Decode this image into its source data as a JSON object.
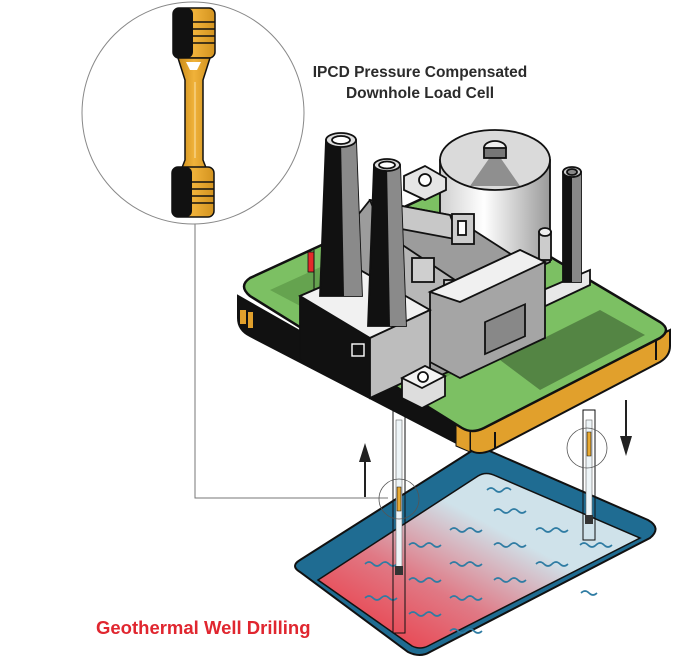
{
  "diagram": {
    "title_lines": [
      "IPCD Pressure Compensated",
      "Downhole Load Cell"
    ],
    "caption": "Geothermal Well Drilling",
    "components": {
      "load_cell_callout": "load-cell-magnified",
      "platform": "power-plant-platform",
      "reservoir": "geothermal-reservoir",
      "wells": [
        "injection-well",
        "production-well"
      ],
      "flow_arrows": [
        "up-arrow",
        "down-arrow"
      ]
    },
    "colors": {
      "title_text": "#2b2b2b",
      "caption_text": "#e0262f",
      "load_cell_gold": "#e2a22a",
      "platform_green_light": "#7cc063",
      "platform_green_dark": "#4e7a3e",
      "platform_edge_gold": "#e1a02c",
      "reservoir_rim": "#1f6c92",
      "reservoir_water": "#cfe2ea",
      "reservoir_hot": "#ee2b36",
      "wave": "#2f7ca3",
      "plant_gray": "#a9a9a9",
      "plant_black": "#141414"
    }
  }
}
